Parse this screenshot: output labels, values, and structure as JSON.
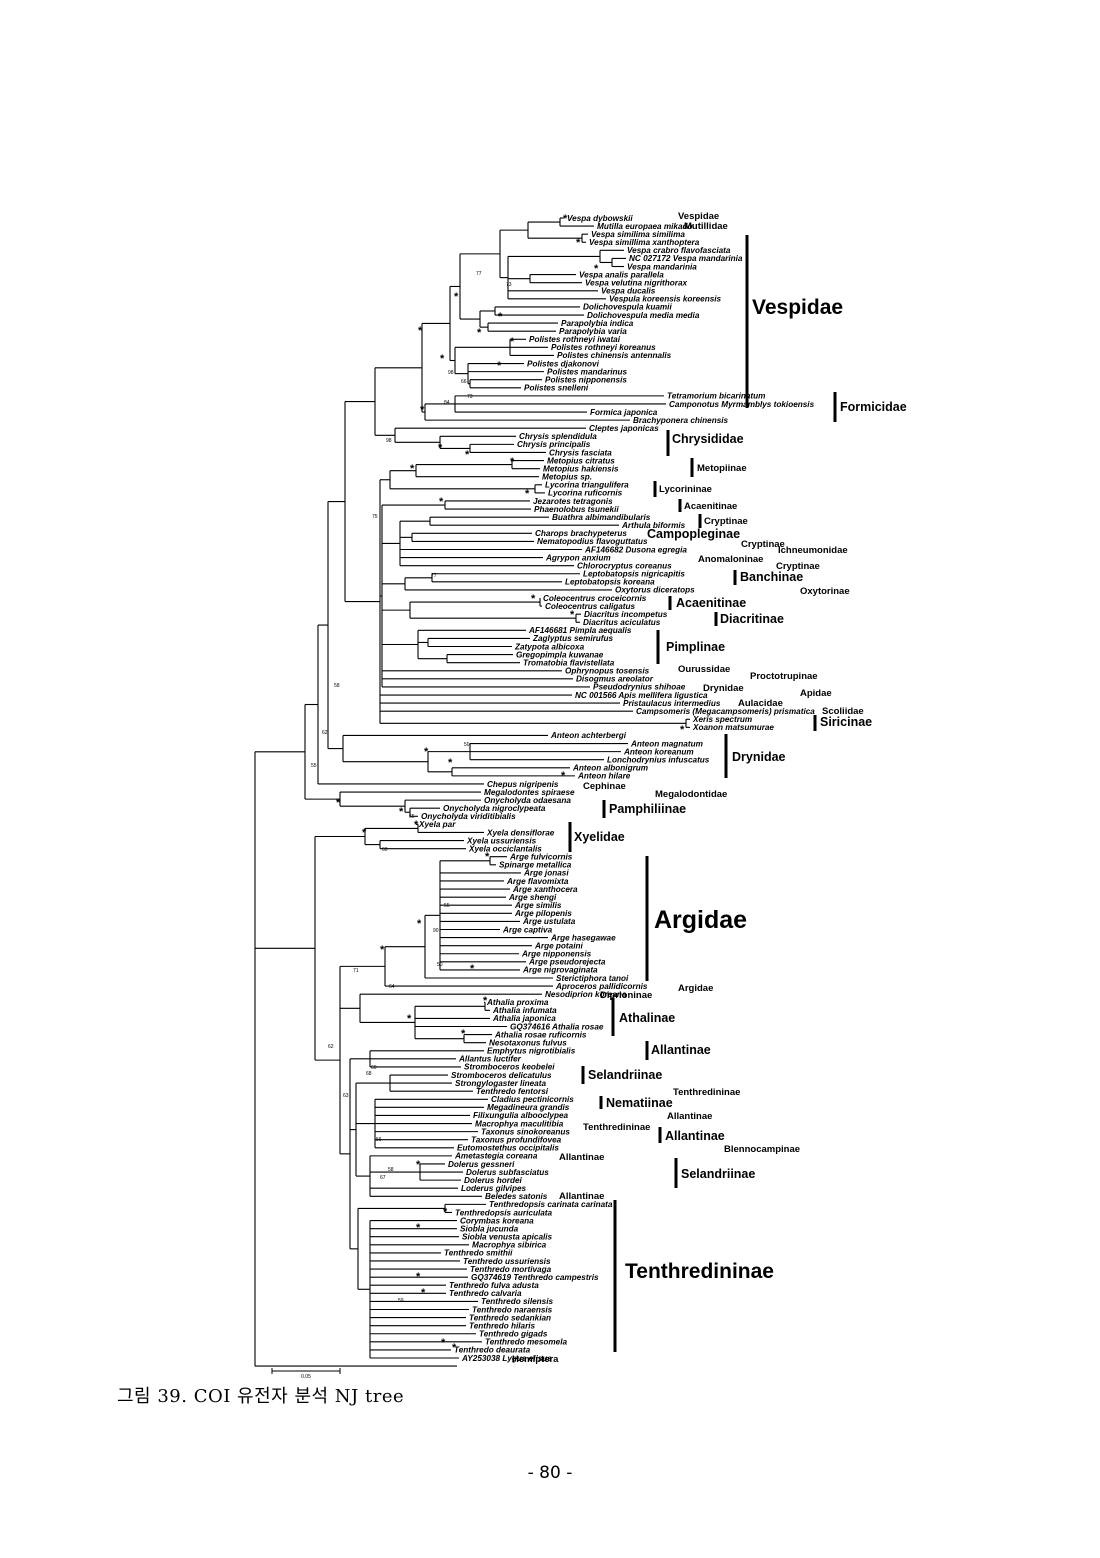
{
  "figure": {
    "caption": "그림 39. COI 유전자 분석 NJ tree",
    "page_number": "- 80 -",
    "scale_label": "0.05"
  },
  "taxa": [
    "Vespa dybowskii",
    "Mutilla europaea mikado",
    "Vespa similima similima",
    "Vespa simillima xanthoptera",
    "Vespa crabro flavofasciata",
    "NC 027172 Vespa mandarinia",
    "Vespa mandarinia",
    "Vespa analis parallela",
    "Vespa velutina nigrithorax",
    "Vespa ducalis",
    "Vespula koreensis koreensis",
    "Dolichovespula kuamii",
    "Dolichovespula media media",
    "Parapolybia indica",
    "Parapolybia varia",
    "Polistes rothneyi iwatai",
    "Polistes rothneyi koreanus",
    "Polistes chinensis antennalis",
    "Polistes djakonovi",
    "Polistes mandarinus",
    "Polistes nipponensis",
    "Polistes snelleni",
    "Tetramorium bicarinatum",
    "Camponotus  Myrmamblys tokioensis",
    "Formica japonica",
    "Brachyponera chinensis",
    "Cleptes japonicas",
    "Chrysis splendidula",
    "Chrysis principalis",
    "Chrysis fasciata",
    "Metopius citratus",
    "Metopius hakiensis",
    "Metopius sp.",
    "Lycorina triangulifera",
    "Lycorina ruficornis",
    "Jezarotes tetragonis",
    "Phaenolobus tsunekii",
    "Buathra albimandibularis",
    "Arthula biformis",
    "Charops brachypeterus",
    "Nematopodius flavoguttatus",
    "AF146682 Dusona egregia",
    "Agrypon anxium",
    "Chlorocryptus coreanus",
    "Leptobatopsis nigricapitis",
    "Leptobatopsis koreana",
    "Oxytorus diceratops",
    "Coleocentrus croceicornis",
    "Coleocentrus caligatus",
    "Diacritus incompetus",
    "Diacritus aciculatus",
    "AF146681 Pimpla aequalis",
    "Zaglyptus semirufus",
    "Zatypota albicoxa",
    "Gregopimpla kuwanae",
    "Tromatobia flavistellata",
    "Ophrynopus tosensis",
    "Disogmus areolator",
    "Pseudodrynius shihoae",
    "NC 001566 Apis mellifera ligustica",
    "Pristaulacus intermedius",
    "Campsomeris (Megacampsomeris) prismatica",
    "Xeris spectrum",
    "Xoanon matsumurae",
    "Anteon achterbergi",
    "Anteon magnatum",
    "Anteon koreanum",
    "Lonchodrynius infuscatus",
    "Anteon albonigrum",
    "Anteon hilare",
    "Chepus nigripenis",
    "Megalodontes spiraese",
    "Onycholyda odaesana",
    "Onycholyda nigroclypeata",
    "Onycholyda viriditibialis",
    "Xyela par",
    "Xyela densiflorae",
    "Xyela ussuriensis",
    "Xyela occiclantalis",
    "Arge fulvicornis",
    "Spinarge metallica",
    "Arge jonasi",
    "Arge flavomixta",
    "Arge xanthocera",
    "Arge shengi",
    "Arge similis",
    "Arge pilopenis",
    "Arge ustulata",
    "Arge captiva",
    "Arge hasegawae",
    "Arge potaini",
    "Arge nipponensis",
    "Arge pseudorejecta",
    "Arge nigrovaginata",
    "Sterictiphora tanoi",
    "Aproceros pallidicornis",
    "Nesodiprion koreana",
    "Athalia proxima",
    "Athalia infumata",
    "Athalia japonica",
    "GQ374616 Athalia rosae",
    "Athalia rosae ruficornis",
    "Nesotaxonus fulvus",
    "Emphytus nigrotibialis",
    "Allantus luctifer",
    "Stromboceros keobelei",
    "Stromboceros delicatulus",
    "Strongylogaster lineata",
    "Tenthredo fentorsi",
    "Cladius pectinicornis",
    "Megadineura grandis",
    "Filixungulia albooclypea",
    "Macrophya maculitibia",
    "Taxonus sinokoreanus",
    "Taxonus profundifovea",
    "Eutomostethus occipitalis",
    "Ametastegia coreana",
    "Dolerus gessneri",
    "Dolerus subfasciatus",
    "Dolerus hordei",
    "Loderus gilvipes",
    "Beledes satonis",
    "Tenthredopsis carinata carinata",
    "Tenthredopsis auriculata",
    "Corymbas koreana",
    "Siobla jucunda",
    "Siobla venusta apicalis",
    "Macrophya sibirica",
    "Tenthredo smithii",
    "Tenthredo ussuriensis",
    "Tenthredo mortivaga",
    "GQ374619 Tenthredo campestris",
    "Tenthredo fulva adusta",
    "Tenthredo calvaria",
    "Tenthredo silensis",
    "Tenthredo naraensis",
    "Tenthredo sedankian",
    "Tenthredo hilaris",
    "Tenthredo gigads",
    "Tenthredo mesomela",
    "Tenthredo deaurata",
    "AY253038 Lygus elisus"
  ],
  "groups": [
    {
      "label": "Vespidae",
      "size": "sm"
    },
    {
      "label": "Mutillidae",
      "size": "sm"
    },
    {
      "label": "Vespidae",
      "size": "lg"
    },
    {
      "label": "Formicidae",
      "size": "md"
    },
    {
      "label": "Chrysididae",
      "size": "md"
    },
    {
      "label": "Metopiinae",
      "size": "sm"
    },
    {
      "label": "Lycorininae",
      "size": "sm"
    },
    {
      "label": "Acaenitinae",
      "size": "sm"
    },
    {
      "label": "Cryptinae",
      "size": "sm"
    },
    {
      "label": "Campopleginae",
      "size": "md"
    },
    {
      "label": "Cryptinae",
      "size": "sm"
    },
    {
      "label": "Ichneumonidae",
      "size": "sm"
    },
    {
      "label": "Anomaloninae",
      "size": "sm"
    },
    {
      "label": "Cryptinae",
      "size": "sm"
    },
    {
      "label": "Banchinae",
      "size": "md"
    },
    {
      "label": "Oxytorinae",
      "size": "sm"
    },
    {
      "label": "Acaenitinae",
      "size": "md"
    },
    {
      "label": "Diacritinae",
      "size": "md"
    },
    {
      "label": "Pimplinae",
      "size": "md"
    },
    {
      "label": "Ourussidae",
      "size": "sm"
    },
    {
      "label": "Proctotrupinae",
      "size": "sm"
    },
    {
      "label": "Drynidae",
      "size": "sm"
    },
    {
      "label": "Apidae",
      "size": "sm"
    },
    {
      "label": "Aulacidae",
      "size": "sm"
    },
    {
      "label": "Scoliidae",
      "size": "sm"
    },
    {
      "label": "Siricinae",
      "size": "md"
    },
    {
      "label": "Drynidae",
      "size": "md"
    },
    {
      "label": "Cephinae",
      "size": "sm"
    },
    {
      "label": "Megalodontidae",
      "size": "sm"
    },
    {
      "label": "Pamphiliinae",
      "size": "md"
    },
    {
      "label": "Xyelidae",
      "size": "md"
    },
    {
      "label": "Argidae",
      "size": "xl"
    },
    {
      "label": "Diprioninae",
      "size": "sm"
    },
    {
      "label": "Argidae",
      "size": "sm"
    },
    {
      "label": "Athalinae",
      "size": "md"
    },
    {
      "label": "Allantinae",
      "size": "md"
    },
    {
      "label": "Selandriinae",
      "size": "md"
    },
    {
      "label": "Tenthredininae",
      "size": "sm"
    },
    {
      "label": "Nematiinae",
      "size": "md"
    },
    {
      "label": "Allantinae",
      "size": "sm"
    },
    {
      "label": "Tenthredininae",
      "size": "sm"
    },
    {
      "label": "Allantinae",
      "size": "md"
    },
    {
      "label": "Blennocampinae",
      "size": "sm"
    },
    {
      "label": "Allantinae",
      "size": "sm"
    },
    {
      "label": "Selandriinae",
      "size": "md"
    },
    {
      "label": "Allantinae",
      "size": "sm"
    },
    {
      "label": "Tenthredininae",
      "size": "lg"
    },
    {
      "label": "Hemiptera",
      "size": "sm"
    }
  ],
  "support_values": [
    "77",
    "73",
    "98",
    "84",
    "73",
    "98",
    "66",
    "75",
    "77",
    "58",
    "62",
    "55",
    "50",
    "65",
    "60",
    "90",
    "71",
    "64",
    "55",
    "50",
    "62",
    "60",
    "68",
    "63",
    "56",
    "58",
    "67",
    "59"
  ],
  "asterisk": "*"
}
